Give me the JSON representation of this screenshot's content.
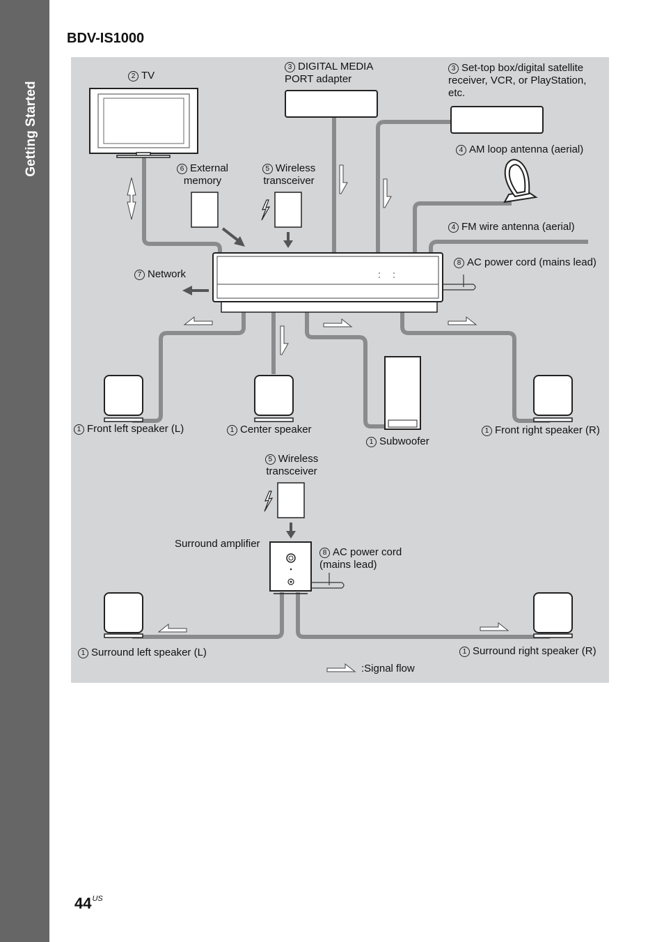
{
  "sidebar": {
    "section_label": "Getting Started"
  },
  "title": "BDV-IS1000",
  "labels": {
    "tv": {
      "num": "2",
      "text": "TV"
    },
    "dmport": {
      "num": "3",
      "line1": "DIGITAL MEDIA",
      "line2": "PORT adapter"
    },
    "settop": {
      "num": "3",
      "line1": "Set-top box/digital satellite",
      "line2": "receiver, VCR, or PlayStation,",
      "line3": "etc."
    },
    "am": {
      "num": "4",
      "text": "AM loop antenna (aerial)"
    },
    "extmem": {
      "num": "6",
      "line1": "External",
      "line2": "memory"
    },
    "wireless1": {
      "num": "5",
      "line1": "Wireless",
      "line2": "transceiver"
    },
    "fm": {
      "num": "4",
      "text": "FM wire antenna (aerial)"
    },
    "ac1": {
      "num": "8",
      "text": "AC power cord (mains lead)"
    },
    "network": {
      "num": "7",
      "text": "Network"
    },
    "front_left": {
      "num": "1",
      "text": "Front left speaker (L)"
    },
    "center": {
      "num": "1",
      "text": "Center speaker"
    },
    "subwoofer": {
      "num": "1",
      "text": "Subwoofer"
    },
    "front_right": {
      "num": "1",
      "text": "Front right speaker (R)"
    },
    "wireless2": {
      "num": "5",
      "line1": "Wireless",
      "line2": "transceiver"
    },
    "surround_amp": {
      "text": "Surround amplifier"
    },
    "ac2": {
      "num": "8",
      "line1": "AC power cord",
      "line2": "(mains lead)"
    },
    "surround_left": {
      "num": "1",
      "text": "Surround left speaker (L)"
    },
    "surround_right": {
      "num": "1",
      "text": "Surround right speaker (R)"
    },
    "legend": {
      "text": ":Signal flow"
    }
  },
  "page": {
    "number": "44",
    "suffix": "US"
  }
}
